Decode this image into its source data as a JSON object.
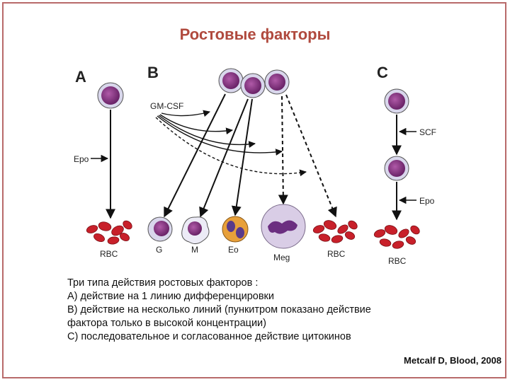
{
  "title": "Ростовые факторы",
  "diagram": {
    "panel_a": "A",
    "panel_b": "B",
    "panel_c": "C",
    "epo": "Epo",
    "gm_csf": "GM-CSF",
    "scf": "SCF",
    "rbc": "RBC",
    "g": "G",
    "m": "M",
    "eo": "Eo",
    "meg": "Meg"
  },
  "caption": {
    "line1": "Три типа действия ростовых факторов :",
    "line2": "А) действие на 1 линию дифференцировки",
    "line3": "В) действие на несколько линий (пункитром показано действие",
    "line4": "фактора только в высокой концентрации)",
    "line5": "С) последовательное и согласованное действие цитокинов"
  },
  "citation": "Metcalf D, Blood, 2008"
}
